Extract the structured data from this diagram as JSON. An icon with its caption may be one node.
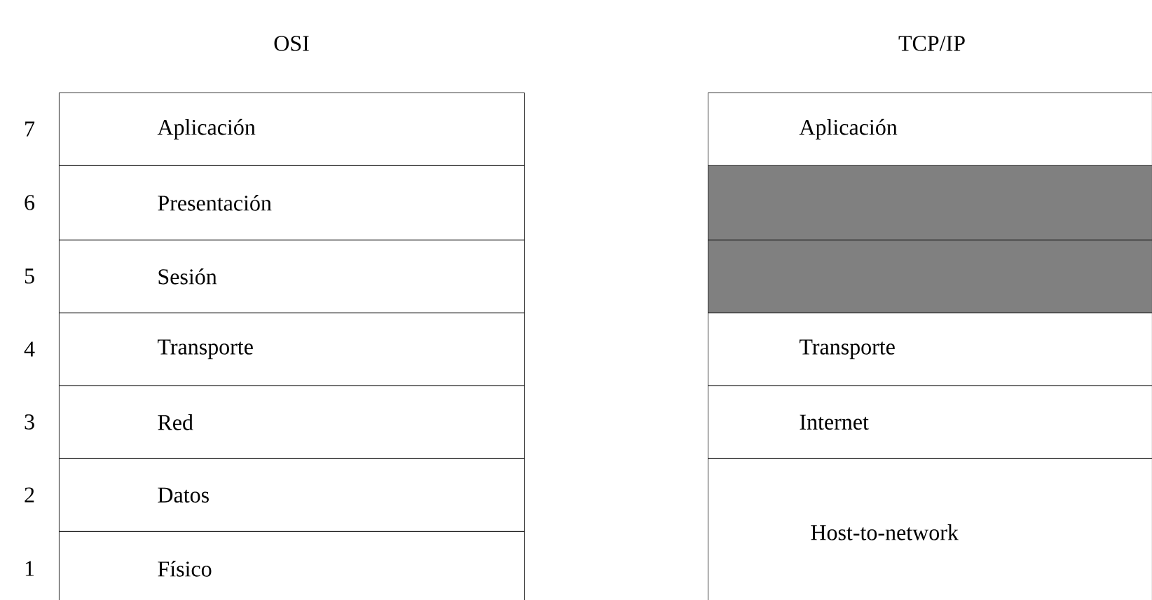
{
  "diagram": {
    "nodes": [
      {
        "text": [
          "Aplicación"
        ]
      },
      {
        "text": [
          "Presentación"
        ]
      },
      {
        "text": [
          "Sesión"
        ]
      },
      {
        "text": [
          "Transporte"
        ]
      },
      {
        "text": [
          "Red"
        ]
      },
      {
        "text": [
          "Datos"
        ]
      },
      {
        "text": [
          "Físico"
        ]
      },
      {
        "text": [
          "Aplicación"
        ]
      },
      {
        "text": [],
        "shape": "box"
      },
      {
        "text": [],
        "shape": "box"
      },
      {
        "text": [
          "Transporte"
        ]
      },
      {
        "text": [
          "Internet"
        ]
      },
      {
        "text": [
          "Host-to-network"
        ]
      }
    ],
    "labels": [
      "OSI",
      "TCP/IP",
      "7",
      "6",
      "5",
      "4",
      "3",
      "2",
      "1"
    ]
  }
}
